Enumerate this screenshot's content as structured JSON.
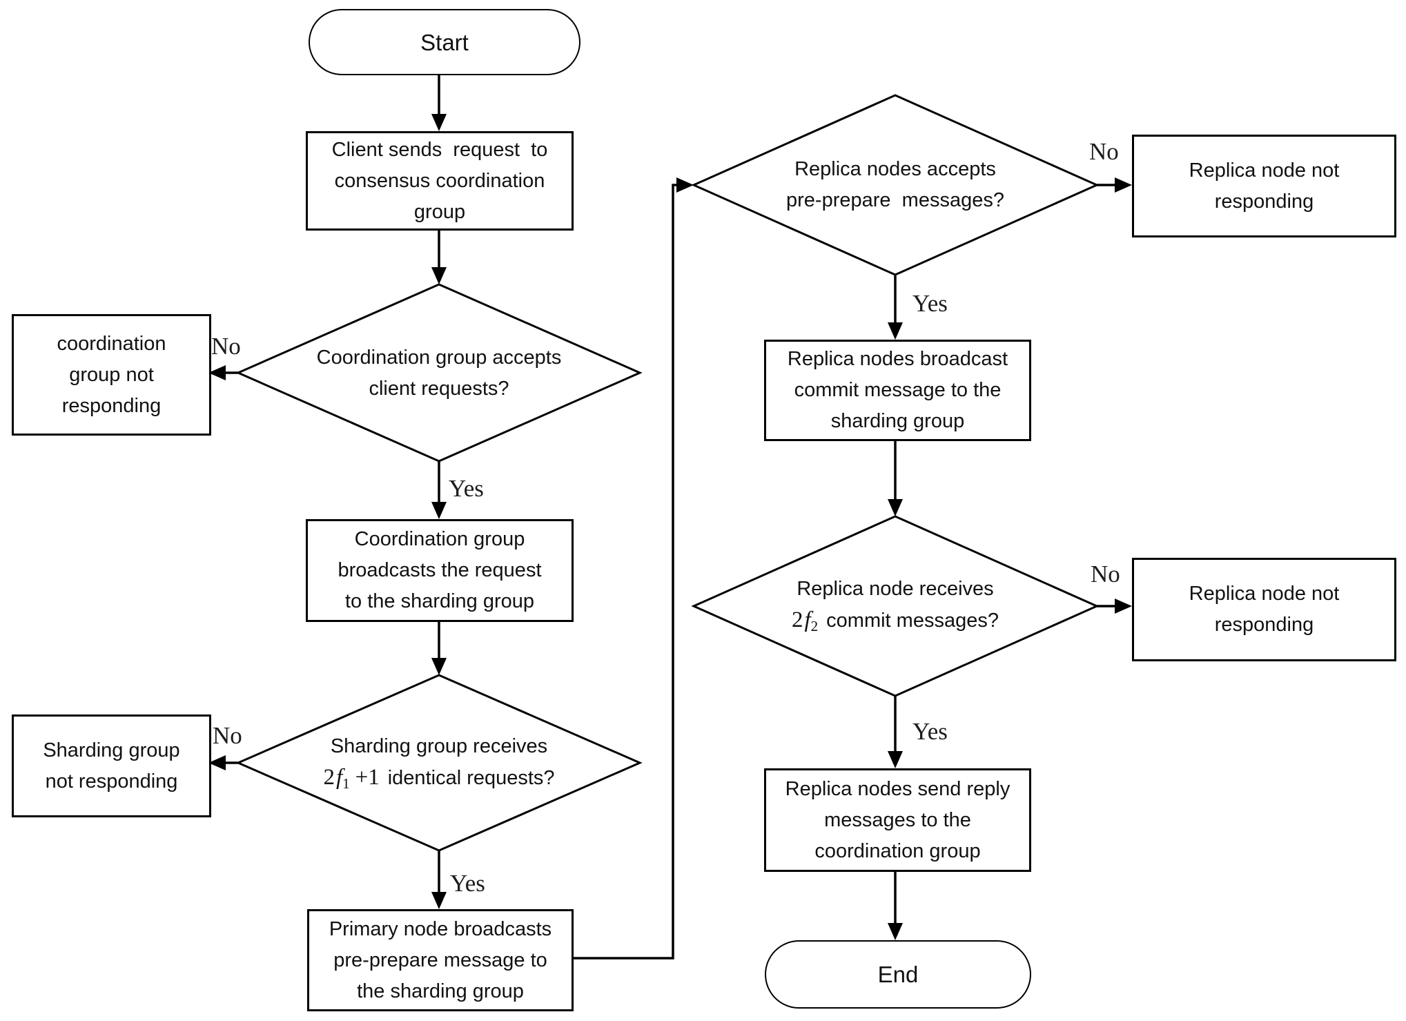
{
  "colors": {
    "stroke": "#000000",
    "background": "#ffffff",
    "text": "#111111"
  },
  "edge_labels": {
    "yes": "Yes",
    "no": "No"
  },
  "nodes": {
    "start": {
      "label": "Start"
    },
    "client_request": {
      "lines": [
        "Client sends  request  to",
        "consensus coordination",
        "group"
      ]
    },
    "coord_accepts": {
      "lines": [
        "Coordination group accepts",
        "client requests?"
      ]
    },
    "coord_not_responding": {
      "lines": [
        "coordination",
        "group not",
        "responding"
      ]
    },
    "coord_broadcasts": {
      "lines": [
        "Coordination group",
        "broadcasts the request",
        "to the sharding group"
      ]
    },
    "sharding_receives": {
      "line1": "Sharding group receives",
      "math_coeff": "2",
      "math_var": "f",
      "math_sub": "1",
      "math_plus": "+1",
      "line2": "identical requests?"
    },
    "sharding_not_responding": {
      "lines": [
        "Sharding group",
        "not responding"
      ]
    },
    "primary_broadcasts": {
      "lines": [
        "Primary node broadcasts",
        "pre-prepare message to",
        "the sharding group"
      ]
    },
    "replica_accepts": {
      "lines": [
        "Replica nodes accepts",
        "pre-prepare  messages?"
      ]
    },
    "replica_not_responding_1": {
      "lines": [
        "Replica node not",
        "responding"
      ]
    },
    "replica_broadcast_commit": {
      "lines": [
        "Replica nodes broadcast",
        "commit message to the",
        "sharding group"
      ]
    },
    "replica_receives_commit": {
      "line1": "Replica node receives",
      "math_coeff": "2",
      "math_var": "f",
      "math_sub": "2",
      "line2": "commit messages?"
    },
    "replica_not_responding_2": {
      "lines": [
        "Replica node not",
        "responding"
      ]
    },
    "replica_send_reply": {
      "lines": [
        "Replica nodes send reply",
        "messages to the",
        "coordination group"
      ]
    },
    "end": {
      "label": "End"
    }
  }
}
